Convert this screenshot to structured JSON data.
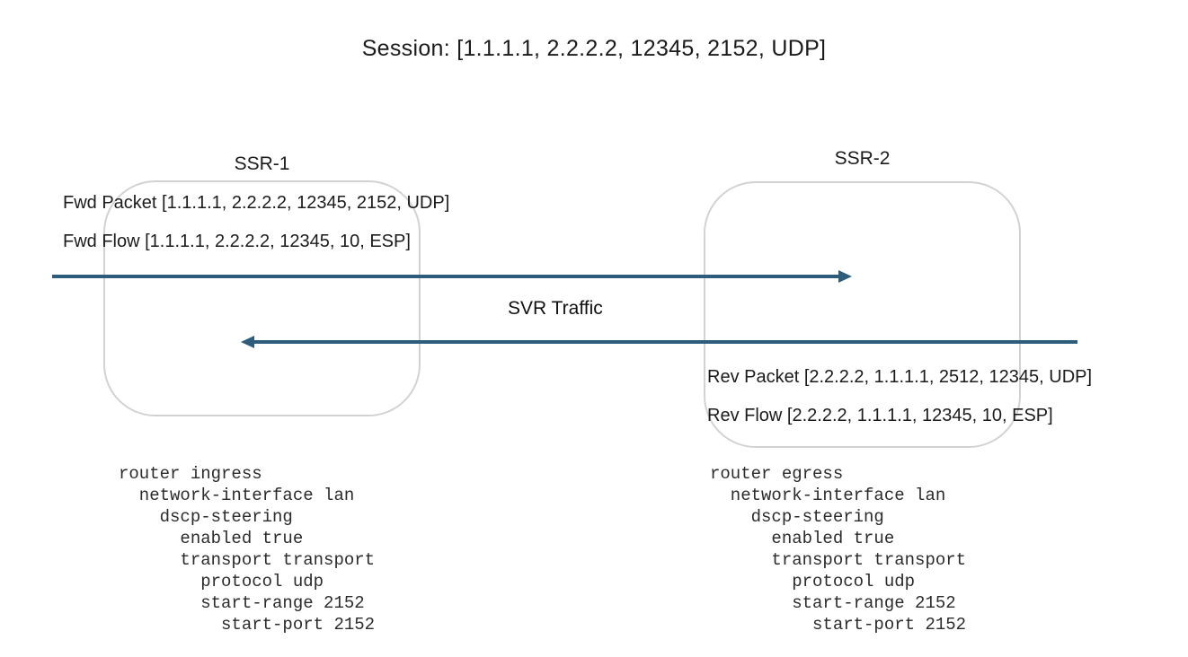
{
  "title": "Session: [1.1.1.1, 2.2.2.2, 12345, 2152, UDP]",
  "traffic_label": "SVR Traffic",
  "colors": {
    "arrow": "#2E5D7B",
    "box_border": "#D2D2D2"
  },
  "ssr1": {
    "label": "SSR-1",
    "fwd_packet": "Fwd Packet [1.1.1.1, 2.2.2.2, 12345, 2152, UDP]",
    "fwd_flow": "Fwd Flow [1.1.1.1, 2.2.2.2, 12345, 10, ESP]",
    "config": "router ingress\n  network-interface lan\n    dscp-steering\n      enabled true\n      transport transport\n        protocol udp\n        start-range 2152\n          start-port 2152"
  },
  "ssr2": {
    "label": "SSR-2",
    "rev_packet": "Rev Packet [2.2.2.2, 1.1.1.1, 2512, 12345, UDP]",
    "rev_flow": "Rev Flow [2.2.2.2, 1.1.1.1, 12345, 10, ESP]",
    "config": "router egress\n  network-interface lan\n    dscp-steering\n      enabled true\n      transport transport\n        protocol udp\n        start-range 2152\n          start-port 2152"
  }
}
